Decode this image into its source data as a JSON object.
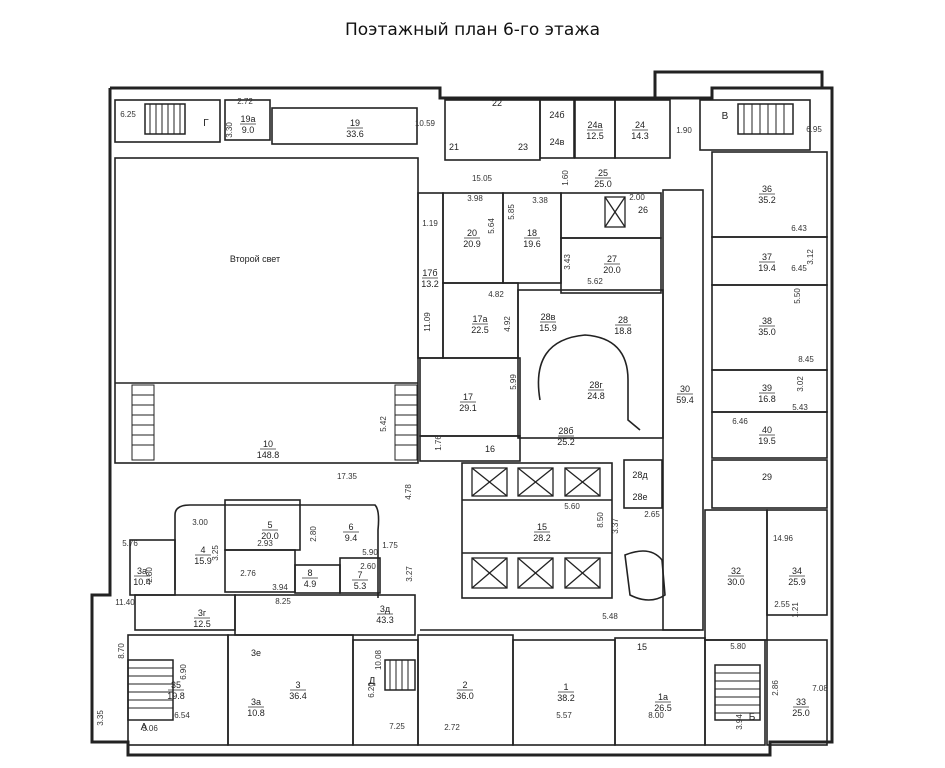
{
  "title": "Поэтажный план 6-го этажа",
  "rooms": [
    {
      "id": "r-vtoroy-svet",
      "name": "Второй свет",
      "area": ""
    },
    {
      "id": "r-10",
      "name": "10",
      "area": "148.8"
    },
    {
      "id": "r-19",
      "name": "19",
      "area": "33.6"
    },
    {
      "id": "r-19a",
      "name": "19а",
      "area": "9.0"
    },
    {
      "id": "r-22",
      "name": "22",
      "area": ""
    },
    {
      "id": "r-21",
      "name": "21",
      "area": ""
    },
    {
      "id": "r-23",
      "name": "23",
      "area": ""
    },
    {
      "id": "r-24b",
      "name": "24б",
      "area": ""
    },
    {
      "id": "r-24v",
      "name": "24в",
      "area": ""
    },
    {
      "id": "r-24a",
      "name": "24а",
      "area": "12.5"
    },
    {
      "id": "r-24",
      "name": "24",
      "area": "14.3"
    },
    {
      "id": "r-25",
      "name": "25",
      "area": "25.0"
    },
    {
      "id": "r-20",
      "name": "20",
      "area": "20.9"
    },
    {
      "id": "r-18",
      "name": "18",
      "area": "19.6"
    },
    {
      "id": "r-26",
      "name": "26",
      "area": ""
    },
    {
      "id": "r-27",
      "name": "27",
      "area": "20.0"
    },
    {
      "id": "r-17b",
      "name": "17б",
      "area": "13.2"
    },
    {
      "id": "r-17a",
      "name": "17а",
      "area": "22.5"
    },
    {
      "id": "r-28v",
      "name": "28в",
      "area": "15.9"
    },
    {
      "id": "r-28",
      "name": "28",
      "area": "18.8"
    },
    {
      "id": "r-28g",
      "name": "28г",
      "area": "24.8"
    },
    {
      "id": "r-28b",
      "name": "28б",
      "area": "25.2"
    },
    {
      "id": "r-28d",
      "name": "28д",
      "area": ""
    },
    {
      "id": "r-28e",
      "name": "28е",
      "area": ""
    },
    {
      "id": "r-17",
      "name": "17",
      "area": "29.1"
    },
    {
      "id": "r-16",
      "name": "16",
      "area": ""
    },
    {
      "id": "r-30",
      "name": "30",
      "area": "59.4"
    },
    {
      "id": "r-36",
      "name": "36",
      "area": "35.2"
    },
    {
      "id": "r-37",
      "name": "37",
      "area": "19.4"
    },
    {
      "id": "r-38",
      "name": "38",
      "area": "35.0"
    },
    {
      "id": "r-39",
      "name": "39",
      "area": "16.8"
    },
    {
      "id": "r-40",
      "name": "40",
      "area": "19.5"
    },
    {
      "id": "r-29",
      "name": "29",
      "area": ""
    },
    {
      "id": "r-15",
      "name": "15",
      "area": "28.2"
    },
    {
      "id": "r-32",
      "name": "32",
      "area": "30.0"
    },
    {
      "id": "r-34",
      "name": "34",
      "area": "25.9"
    },
    {
      "id": "r-5",
      "name": "5",
      "area": "20.0"
    },
    {
      "id": "r-6",
      "name": "6",
      "area": "9.4"
    },
    {
      "id": "r-4",
      "name": "4",
      "area": "15.9"
    },
    {
      "id": "r-8",
      "name": "8",
      "area": "4.9"
    },
    {
      "id": "r-7",
      "name": "7",
      "area": "5.3"
    },
    {
      "id": "r-3a-l",
      "name": "3а",
      "area": "10.4"
    },
    {
      "id": "r-3g",
      "name": "3г",
      "area": "12.5"
    },
    {
      "id": "r-3d",
      "name": "3д",
      "area": "43.3"
    },
    {
      "id": "r-35",
      "name": "35",
      "area": "19.8"
    },
    {
      "id": "r-3e",
      "name": "3е",
      "area": ""
    },
    {
      "id": "r-3a",
      "name": "3а",
      "area": "10.8"
    },
    {
      "id": "r-3",
      "name": "3",
      "area": "36.4"
    },
    {
      "id": "r-2",
      "name": "2",
      "area": "36.0"
    },
    {
      "id": "r-1",
      "name": "1",
      "area": "38.2"
    },
    {
      "id": "r-15b",
      "name": "15",
      "area": ""
    },
    {
      "id": "r-1a",
      "name": "1а",
      "area": "26.5"
    },
    {
      "id": "r-33",
      "name": "33",
      "area": "25.0"
    }
  ],
  "stairs": [
    {
      "id": "st-g",
      "letter": "Г"
    },
    {
      "id": "st-v",
      "letter": "В"
    },
    {
      "id": "st-a",
      "letter": "А"
    },
    {
      "id": "st-b",
      "letter": "Б"
    },
    {
      "id": "st-d",
      "letter": "Д"
    }
  ],
  "dims": [
    "6.25",
    "2.72",
    "3.30",
    "10.59",
    "1.90",
    "6.95",
    "15.05",
    "1.60",
    "3.98",
    "5.64",
    "5.85",
    "3.38",
    "2.00",
    "1.19",
    "11.09",
    "3.43",
    "5.62",
    "4.82",
    "4.92",
    "5.99",
    "6.43",
    "6.45",
    "3.12",
    "5.50",
    "8.45",
    "3.02",
    "5.43",
    "6.46",
    "5.42",
    "17.35",
    "4.78",
    "1.76",
    "5.60",
    "8.50",
    "3.37",
    "2.65",
    "3.00",
    "2.80",
    "2.93",
    "5.76",
    "3.25",
    "5.90",
    "2.60",
    "2.76",
    "3.94",
    "1.75",
    "2.80",
    "3.27",
    "8.25",
    "11.40",
    "5.48",
    "14.96",
    "2.55",
    "1.21",
    "8.70",
    "6.90",
    "6.54",
    "3.06",
    "3.35",
    "10.08",
    "6.20",
    "7.25",
    "2.72",
    "5.57",
    "8.00",
    "5.80",
    "2.86",
    "7.08",
    "3.94",
    "6.25"
  ]
}
